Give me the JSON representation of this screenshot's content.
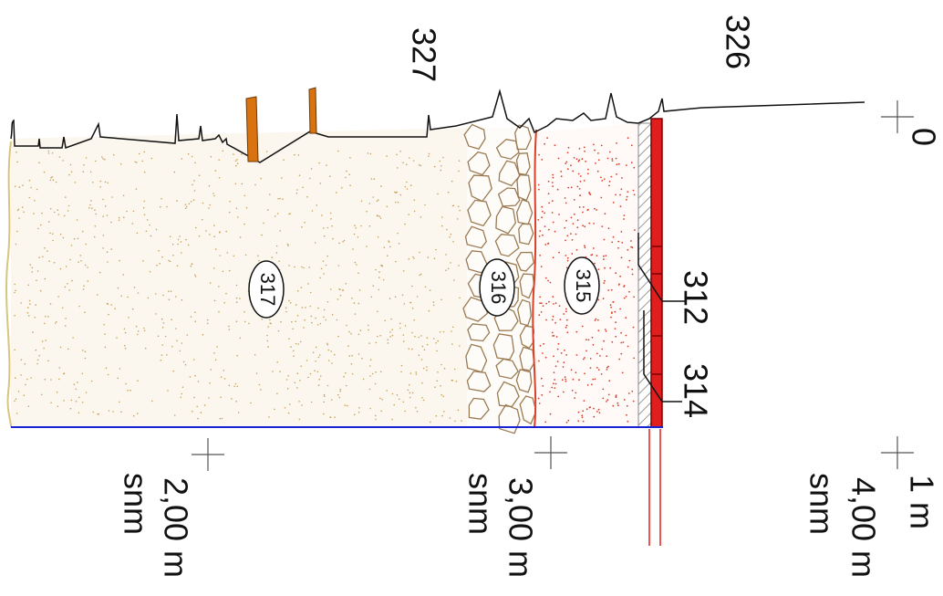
{
  "section": {
    "labels": {
      "top_left": "327",
      "top_right": "326",
      "zero_mark": "0",
      "one_meter_mark": "1 m",
      "layer_317": "317",
      "layer_316": "316",
      "layer_315": "315",
      "layer_312": "312",
      "layer_314": "314"
    },
    "elevations": {
      "e200_value": "2,00 m",
      "e200_unit": "snm",
      "e300_value": "3,00 m",
      "e300_unit": "snm",
      "e400_value": "4,00 m",
      "e400_unit": "snm"
    },
    "colors": {
      "sand": "#d9b56a",
      "sand_dots": "#c8a25b",
      "stones": "#9b7a52",
      "red_layer": "#e01e1e",
      "red_dots": "#d8402a",
      "stake": "#d9730f",
      "baseline": "#1a22d6",
      "hatch": "#9a9a9a"
    }
  }
}
